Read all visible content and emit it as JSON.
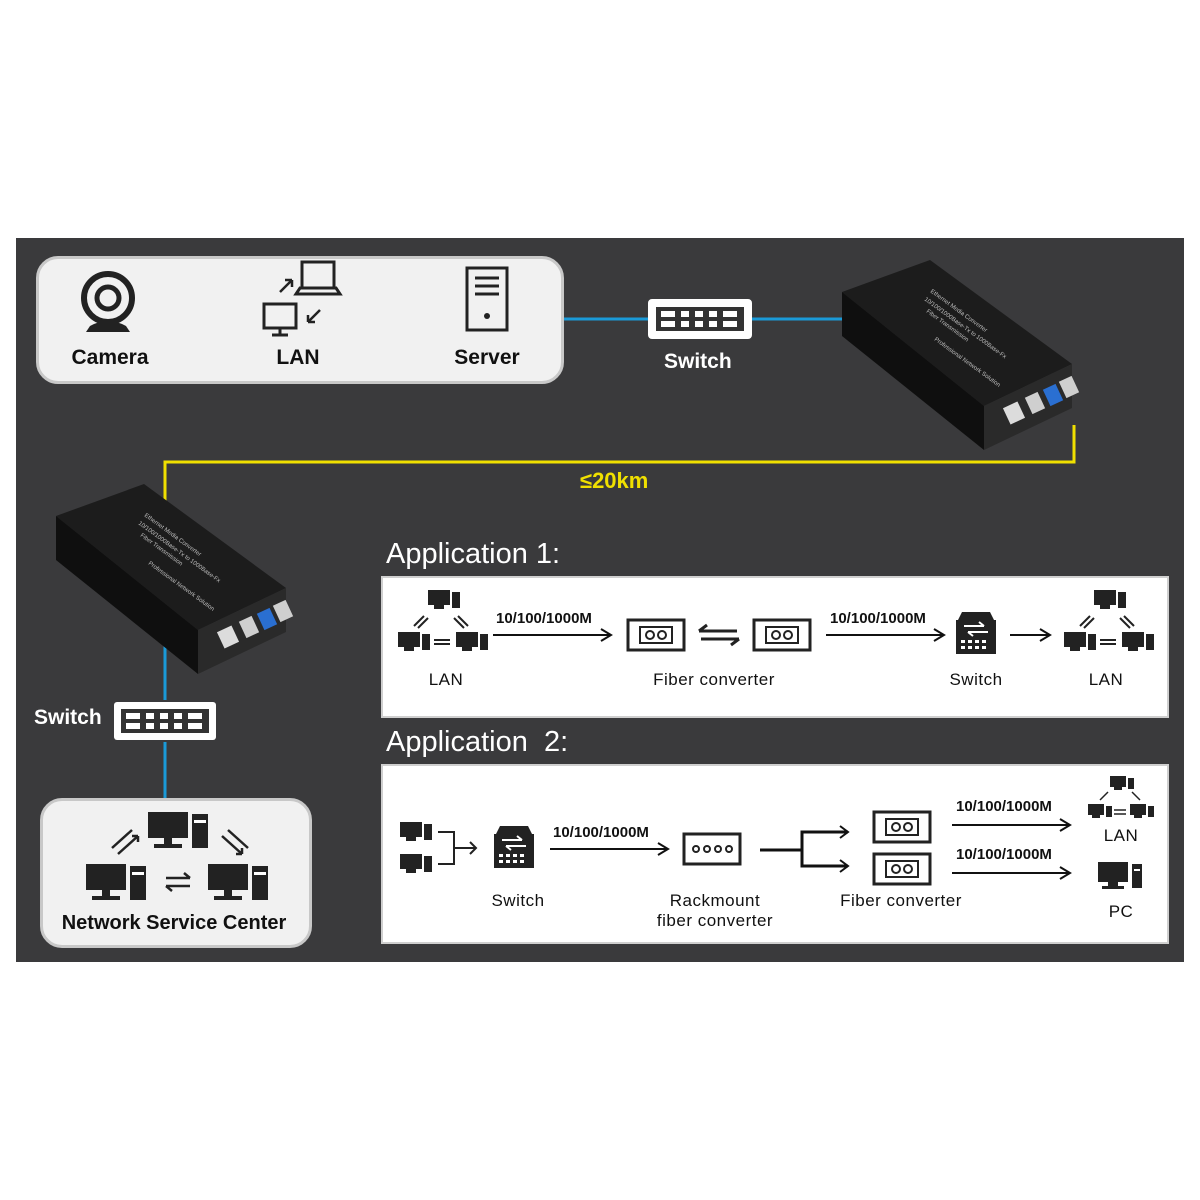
{
  "top_card": {
    "items": [
      {
        "label": "Camera",
        "icon": "camera-icon"
      },
      {
        "label": "LAN",
        "icon": "lan-exchange-icon"
      },
      {
        "label": "Server",
        "icon": "server-tower-icon"
      }
    ]
  },
  "switch_top": {
    "label": "Switch"
  },
  "switch_left": {
    "label": "Switch"
  },
  "fiber_distance": "≤20km",
  "bottom_card": {
    "label": "Network Service Center",
    "icon": "network-cluster-icon"
  },
  "device_text": {
    "line1": "Ethernet Media Converter",
    "line2": "10/100/1000Base-Tx to 1000Base-Fx",
    "line3": "Fiber Transmission",
    "line4": "Professional Network Solution"
  },
  "app1": {
    "title": "Application 1:",
    "speed_a": "10/100/1000M",
    "speed_b": "10/100/1000M",
    "lan_left": "LAN",
    "fiber_converter": "Fiber converter",
    "switch": "Switch",
    "lan_right": "LAN"
  },
  "app2": {
    "title": "Application  2:",
    "speed_a": "10/100/1000M",
    "speed_b": "10/100/1000M",
    "speed_c": "10/100/1000M",
    "switch": "Switch",
    "rackmount_line1": "Rackmount",
    "rackmount_line2": "fiber converter",
    "fiber_converter": "Fiber converter",
    "lan": "LAN",
    "pc": "PC"
  },
  "colors": {
    "panel": "#3a3a3c",
    "fiber_line": "#f0e000",
    "copper_line": "#1a9ad8",
    "card": "#f1f1f1"
  }
}
